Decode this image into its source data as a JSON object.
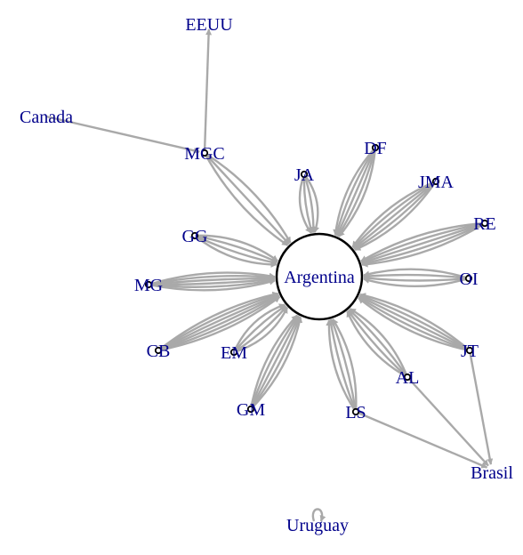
{
  "graph": {
    "hub": {
      "id": "argentina",
      "label": "Argentina"
    },
    "nodes": [
      {
        "id": "eeuu",
        "label": "EEUU"
      },
      {
        "id": "canada",
        "label": "Canada"
      },
      {
        "id": "mgc",
        "label": "MGC"
      },
      {
        "id": "df",
        "label": "DF"
      },
      {
        "id": "ja",
        "label": "JA"
      },
      {
        "id": "jma",
        "label": "JMA"
      },
      {
        "id": "re",
        "label": "RE"
      },
      {
        "id": "gg",
        "label": "GG"
      },
      {
        "id": "mg",
        "label": "MG"
      },
      {
        "id": "oi",
        "label": "OI"
      },
      {
        "id": "cb",
        "label": "CB"
      },
      {
        "id": "em",
        "label": "EM"
      },
      {
        "id": "jt",
        "label": "JT"
      },
      {
        "id": "al",
        "label": "AL"
      },
      {
        "id": "gm",
        "label": "GM"
      },
      {
        "id": "ls",
        "label": "LS"
      },
      {
        "id": "brasil",
        "label": "Brasil"
      },
      {
        "id": "uruguay",
        "label": "Uruguay"
      }
    ],
    "edges": [
      {
        "from": "mgc",
        "to": "eeuu",
        "count": 1
      },
      {
        "from": "canada",
        "to": "mgc",
        "count": 1
      },
      {
        "from": "mgc",
        "to": "argentina",
        "count": 3
      },
      {
        "from": "df",
        "to": "argentina",
        "count": 5
      },
      {
        "from": "ja",
        "to": "argentina",
        "count": 4
      },
      {
        "from": "jma",
        "to": "argentina",
        "count": 5
      },
      {
        "from": "re",
        "to": "argentina",
        "count": 5
      },
      {
        "from": "gg",
        "to": "argentina",
        "count": 4
      },
      {
        "from": "mg",
        "to": "argentina",
        "count": 6
      },
      {
        "from": "oi",
        "to": "argentina",
        "count": 4
      },
      {
        "from": "cb",
        "to": "argentina",
        "count": 6
      },
      {
        "from": "em",
        "to": "argentina",
        "count": 4
      },
      {
        "from": "jt",
        "to": "argentina",
        "count": 5
      },
      {
        "from": "al",
        "to": "argentina",
        "count": 4
      },
      {
        "from": "gm",
        "to": "argentina",
        "count": 5
      },
      {
        "from": "ls",
        "to": "argentina",
        "count": 4
      },
      {
        "from": "jt",
        "to": "brasil",
        "count": 1
      },
      {
        "from": "al",
        "to": "brasil",
        "count": 1
      },
      {
        "from": "ls",
        "to": "brasil",
        "count": 1
      },
      {
        "from": "uruguay",
        "to": "uruguay",
        "count": 1
      }
    ],
    "colors": {
      "label": "#00008B",
      "edge": "#A9A9A9",
      "node_stroke": "#000000"
    }
  }
}
